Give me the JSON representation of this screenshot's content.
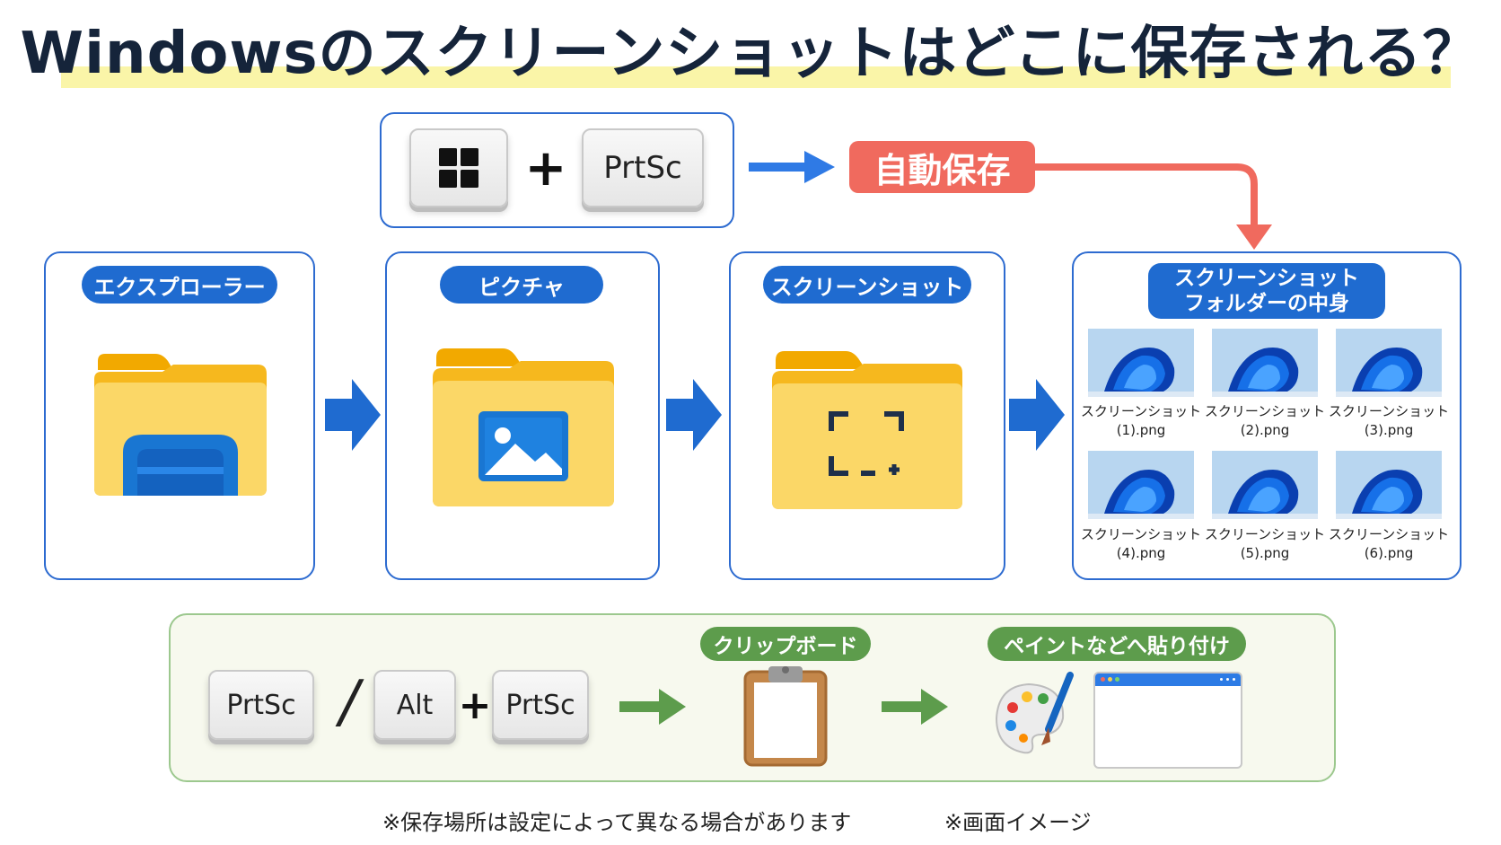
{
  "title": "Windowsのスクリーンショットはどこに保存される？",
  "shortcut": {
    "win_key_icon": "windows-logo-icon",
    "plus": "+",
    "prtsc": "PrtSc"
  },
  "auto_save_label": "自動保存",
  "steps": [
    {
      "label": "エクスプローラー",
      "icon": "file-explorer-icon"
    },
    {
      "label": "ピクチャ",
      "icon": "pictures-folder-icon"
    },
    {
      "label": "スクリーンショット",
      "icon": "screenshot-folder-icon"
    }
  ],
  "contents_panel": {
    "label_line1": "スクリーンショット",
    "label_line2": "フォルダーの中身",
    "files": [
      {
        "name": "スクリーンショット",
        "file": "(1).png"
      },
      {
        "name": "スクリーンショット",
        "file": "(2).png"
      },
      {
        "name": "スクリーンショット",
        "file": "(3).png"
      },
      {
        "name": "スクリーンショット",
        "file": "(4).png"
      },
      {
        "name": "スクリーンショット",
        "file": "(5).png"
      },
      {
        "name": "スクリーンショット",
        "file": "(6).png"
      }
    ]
  },
  "clipboard_row": {
    "key_prtsc": "PrtSc",
    "slash": "/",
    "key_alt": "Alt",
    "plus": "+",
    "key_prtsc2": "PrtSc",
    "clipboard_label": "クリップボード",
    "paste_label": "ペイントなどへ貼り付け"
  },
  "notes": {
    "location": "※保存場所は設定によって異なる場合があります",
    "image": "※画面イメージ"
  },
  "colors": {
    "blue": "#1f6bd0",
    "red": "#f06a5e",
    "green": "#5d9c4c",
    "folder_yellow": "#f8cf4a",
    "highlight": "#faf5a8"
  }
}
